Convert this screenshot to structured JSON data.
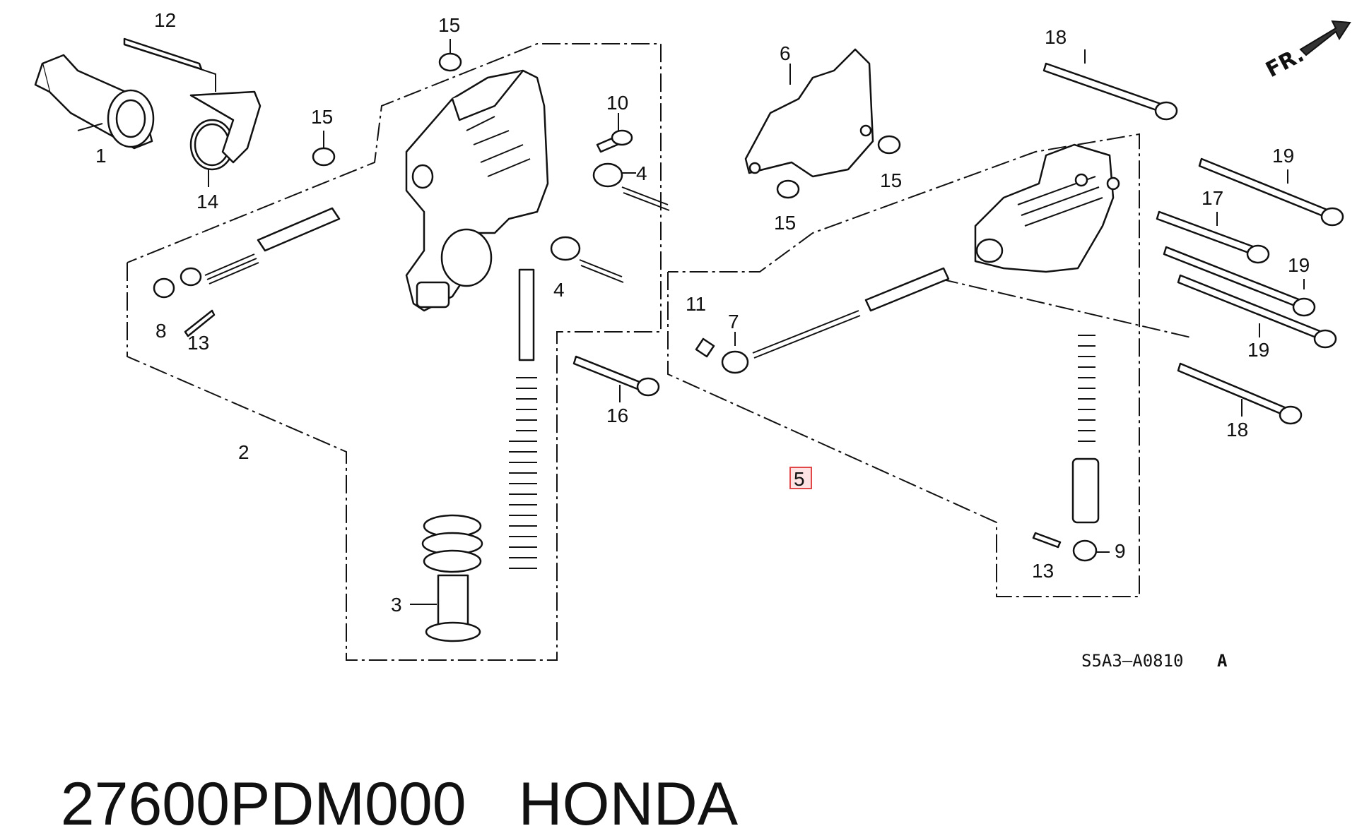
{
  "caption": {
    "part_number": "27600PDM000",
    "brand": "HONDA"
  },
  "diagram": {
    "reference_code": "S5A3—A0810",
    "reference_suffix": "A",
    "direction_label": "FR.",
    "highlighted_callout": "5",
    "callouts": [
      {
        "id": "c1",
        "label": "1"
      },
      {
        "id": "c2",
        "label": "2"
      },
      {
        "id": "c3",
        "label": "3"
      },
      {
        "id": "c4a",
        "label": "4"
      },
      {
        "id": "c4b",
        "label": "4"
      },
      {
        "id": "c5",
        "label": "5"
      },
      {
        "id": "c6",
        "label": "6"
      },
      {
        "id": "c7",
        "label": "7"
      },
      {
        "id": "c8",
        "label": "8"
      },
      {
        "id": "c9",
        "label": "9"
      },
      {
        "id": "c10",
        "label": "10"
      },
      {
        "id": "c11",
        "label": "11"
      },
      {
        "id": "c12",
        "label": "12"
      },
      {
        "id": "c13a",
        "label": "13"
      },
      {
        "id": "c13b",
        "label": "13"
      },
      {
        "id": "c14",
        "label": "14"
      },
      {
        "id": "c15a",
        "label": "15"
      },
      {
        "id": "c15b",
        "label": "15"
      },
      {
        "id": "c15c",
        "label": "15"
      },
      {
        "id": "c15d",
        "label": "15"
      },
      {
        "id": "c16",
        "label": "16"
      },
      {
        "id": "c17",
        "label": "17"
      },
      {
        "id": "c18a",
        "label": "18"
      },
      {
        "id": "c18b",
        "label": "18"
      },
      {
        "id": "c19a",
        "label": "19"
      },
      {
        "id": "c19b",
        "label": "19"
      },
      {
        "id": "c19c",
        "label": "19"
      }
    ]
  }
}
